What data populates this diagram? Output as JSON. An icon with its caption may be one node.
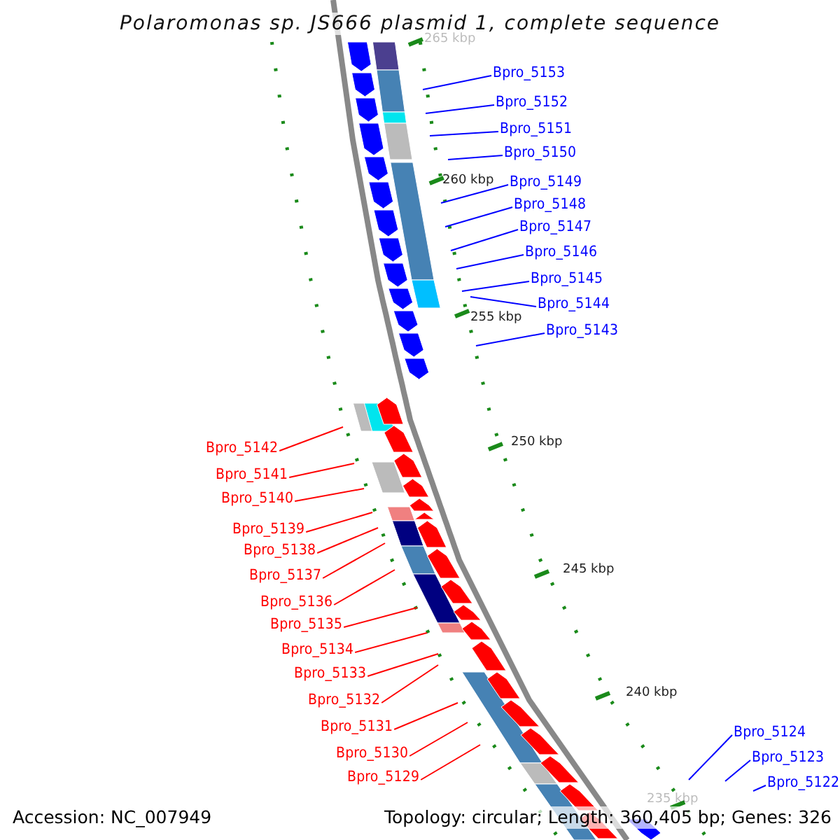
{
  "diagram": {
    "title": "Polaromonas sp. JS666 plasmid 1, complete sequence",
    "nodes": [
      {
        "text": [
          "Bpro_5153"
        ]
      },
      {
        "text": [
          "Bpro_5152"
        ]
      },
      {
        "text": [
          "Bpro_5151"
        ]
      },
      {
        "text": [
          "Bpro_5150"
        ]
      },
      {
        "text": [
          "Bpro_5149"
        ]
      },
      {
        "text": [
          "Bpro_5148"
        ]
      },
      {
        "text": [
          "Bpro_5147"
        ]
      },
      {
        "text": [
          "Bpro_5146"
        ]
      },
      {
        "text": [
          "Bpro_5145"
        ]
      },
      {
        "text": [
          "Bpro_5144"
        ]
      },
      {
        "text": [
          "Bpro_5143"
        ]
      },
      {
        "text": [
          "Bpro_5142"
        ]
      },
      {
        "text": [
          "Bpro_5141"
        ]
      },
      {
        "text": [
          "Bpro_5140"
        ]
      },
      {
        "text": [
          "Bpro_5139"
        ]
      },
      {
        "text": [
          "Bpro_5138"
        ]
      },
      {
        "text": [
          "Bpro_5137"
        ]
      },
      {
        "text": [
          "Bpro_5136"
        ]
      },
      {
        "text": [
          "Bpro_5135"
        ]
      },
      {
        "text": [
          "Bpro_5134"
        ]
      },
      {
        "text": [
          "Bpro_5133"
        ]
      },
      {
        "text": [
          "Bpro_5132"
        ]
      },
      {
        "text": [
          "Bpro_5131"
        ]
      },
      {
        "text": [
          "Bpro_5130"
        ]
      },
      {
        "text": [
          "Bpro_5129"
        ]
      },
      {
        "text": [
          "Bpro_5124"
        ]
      },
      {
        "text": [
          "Bpro_5123"
        ]
      },
      {
        "text": [
          "Bpro_5122"
        ]
      }
    ],
    "edges": [
      {
        "from": 0,
        "to": null,
        "arrow": "none"
      },
      {
        "from": 1,
        "to": null,
        "arrow": "none"
      },
      {
        "from": 2,
        "to": null,
        "arrow": "none"
      },
      {
        "from": 3,
        "to": null,
        "arrow": "none"
      },
      {
        "from": 4,
        "to": null,
        "arrow": "none"
      },
      {
        "from": 5,
        "to": null,
        "arrow": "none"
      },
      {
        "from": 6,
        "to": null,
        "arrow": "none"
      },
      {
        "from": 7,
        "to": null,
        "arrow": "none"
      },
      {
        "from": 8,
        "to": null,
        "arrow": "none"
      },
      {
        "from": 9,
        "to": null,
        "arrow": "none"
      },
      {
        "from": 10,
        "to": null,
        "arrow": "none"
      },
      {
        "from": 11,
        "to": null,
        "arrow": "none",
        "color": "#ff0000"
      },
      {
        "from": 12,
        "to": null,
        "arrow": "none",
        "color": "#ff0000"
      },
      {
        "from": 13,
        "to": null,
        "arrow": "none",
        "color": "#ff0000"
      },
      {
        "from": 14,
        "to": null,
        "arrow": "none",
        "color": "#ff0000"
      },
      {
        "from": 15,
        "to": null,
        "arrow": "none",
        "color": "#ff0000"
      },
      {
        "from": 16,
        "to": null,
        "arrow": "none",
        "color": "#ff0000"
      },
      {
        "from": 17,
        "to": null,
        "arrow": "none",
        "color": "#ff0000"
      },
      {
        "from": 18,
        "to": null,
        "arrow": "none",
        "color": "#ff0000"
      },
      {
        "from": 19,
        "to": null,
        "arrow": "none",
        "color": "#ff0000"
      },
      {
        "from": 20,
        "to": null,
        "arrow": "none",
        "color": "#ff0000"
      },
      {
        "from": 21,
        "to": null,
        "arrow": "none",
        "color": "#ff0000"
      },
      {
        "from": 22,
        "to": null,
        "arrow": "none",
        "color": "#ff0000"
      },
      {
        "from": 23,
        "to": null,
        "arrow": "none",
        "color": "#ff0000"
      },
      {
        "from": 24,
        "to": null,
        "arrow": "none",
        "color": "#ff0000"
      },
      {
        "from": 25,
        "to": null,
        "arrow": "none"
      },
      {
        "from": 26,
        "to": null,
        "arrow": "none"
      },
      {
        "from": 27,
        "to": null,
        "arrow": "none"
      }
    ],
    "labels": [
      "265 kbp",
      "260 kbp",
      "255 kbp",
      "250 kbp",
      "245 kbp",
      "240 kbp",
      "235 kbp",
      "Accession: NC_007949",
      "Topology: circular; Length: 360,405 bp; Genes: 326"
    ]
  }
}
